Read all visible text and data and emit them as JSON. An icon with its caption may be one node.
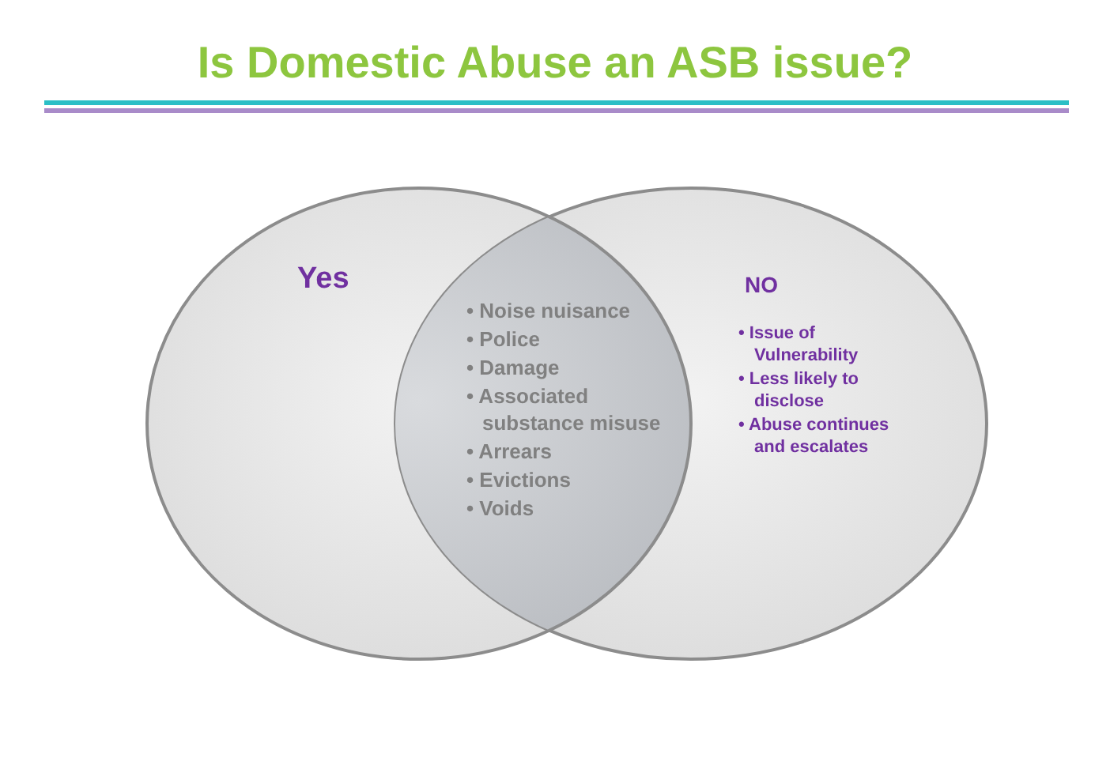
{
  "diagram": {
    "title": "Is Domestic Abuse an ASB issue?",
    "nodes": [
      {
        "text": [
          "Yes"
        ]
      },
      {
        "text": [
          "NO",
          "• Issue of Vulnerability",
          "• Less likely to disclose",
          "• Abuse continues and escalates"
        ]
      },
      {
        "text": [
          "• Noise nuisance",
          "• Police",
          "• Damage",
          "• Associated substance misuse",
          "• Arrears",
          "• Evictions",
          "• Voids"
        ]
      }
    ]
  }
}
